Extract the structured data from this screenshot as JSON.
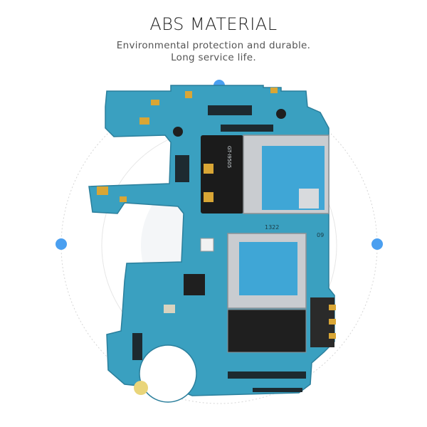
{
  "header": {
    "title": "ABS MATERIAL",
    "subtitle_line1": "Environmental protection and durable.",
    "subtitle_line2": "Long service life."
  },
  "board_markings": {
    "model": "GT-I9505",
    "code": "1322",
    "rev": "09"
  },
  "colors": {
    "accent_dot": "#4a9ff0",
    "pcb": "#3aa0c0",
    "pcb_dark": "#2b7f9c",
    "shield": "#c9ccd0"
  }
}
